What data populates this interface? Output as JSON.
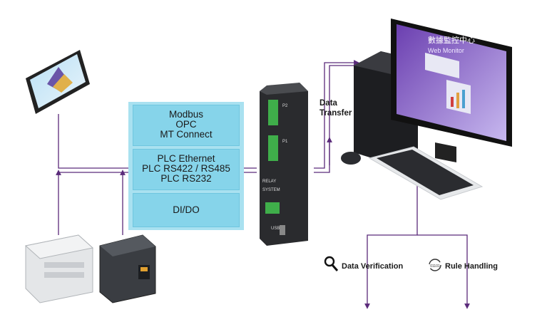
{
  "protocol_panel": {
    "group1": [
      "Modbus",
      "OPC",
      "MT Connect"
    ],
    "group2": [
      "PLC Ethernet",
      "PLC RS422 / RS485",
      "PLC RS232"
    ],
    "group3": [
      "DI/DO"
    ]
  },
  "gateway": {
    "port_label_top": "P2",
    "port_label_mid": "P1",
    "relay_label": "RELAY",
    "system_label": "SYSTEM",
    "usb_label": "USB"
  },
  "transfer": {
    "line1": "Data",
    "line2": "Transfer"
  },
  "outputs": {
    "verification": "Data Verification",
    "rule": "Rule Handling"
  },
  "monitor_screen": {
    "title": "數據監控中心",
    "subtitle": "Web Monitor"
  },
  "colors": {
    "line": "#5a2a7a",
    "panel": "#86d4ea",
    "panel_outer": "#a9e1f0"
  }
}
